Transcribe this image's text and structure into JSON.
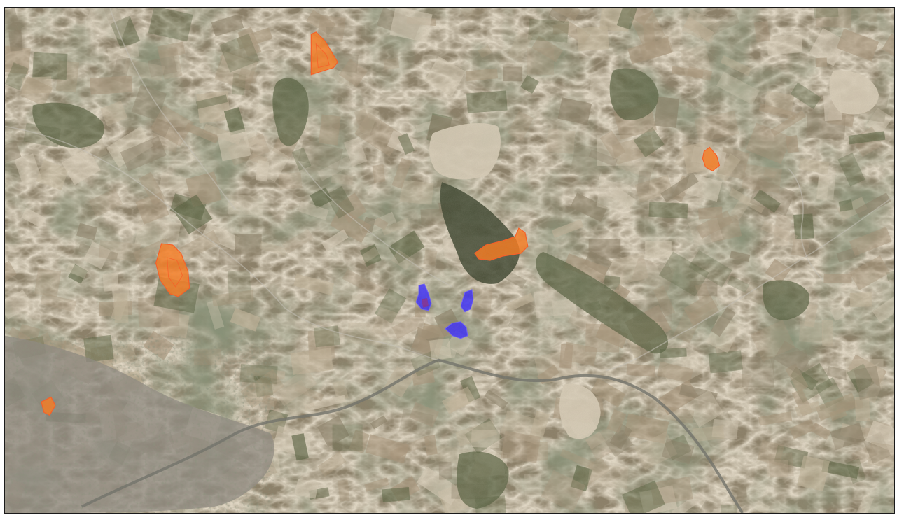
{
  "map": {
    "kind": "satellite-imagery",
    "colors": {
      "terrain_base": "#8a7e66",
      "terrain_light": "#c2b49a",
      "field_tan": "#a8957a",
      "field_pale": "#d8cdb8",
      "forest_dark": "#3e4630",
      "forest_mid": "#56603e",
      "urban_gray": "#8d8880",
      "road_light": "#c9c4bb",
      "river_gray": "#6e6f68"
    },
    "overlay_colors": {
      "orange_fill": "#ff7a1a",
      "orange_edge": "#ff5a1f",
      "blue_fill": "#3a2bff",
      "blue_edge": "#6a5cff"
    },
    "overlays": [
      {
        "id": "orange-area-north",
        "category": "orange"
      },
      {
        "id": "orange-area-west",
        "category": "orange"
      },
      {
        "id": "orange-area-central",
        "category": "orange"
      },
      {
        "id": "orange-area-east",
        "category": "orange"
      },
      {
        "id": "orange-area-southwest",
        "category": "orange"
      },
      {
        "id": "blue-area-1",
        "category": "blue"
      },
      {
        "id": "blue-area-2",
        "category": "blue"
      },
      {
        "id": "blue-area-3",
        "category": "blue"
      }
    ]
  }
}
